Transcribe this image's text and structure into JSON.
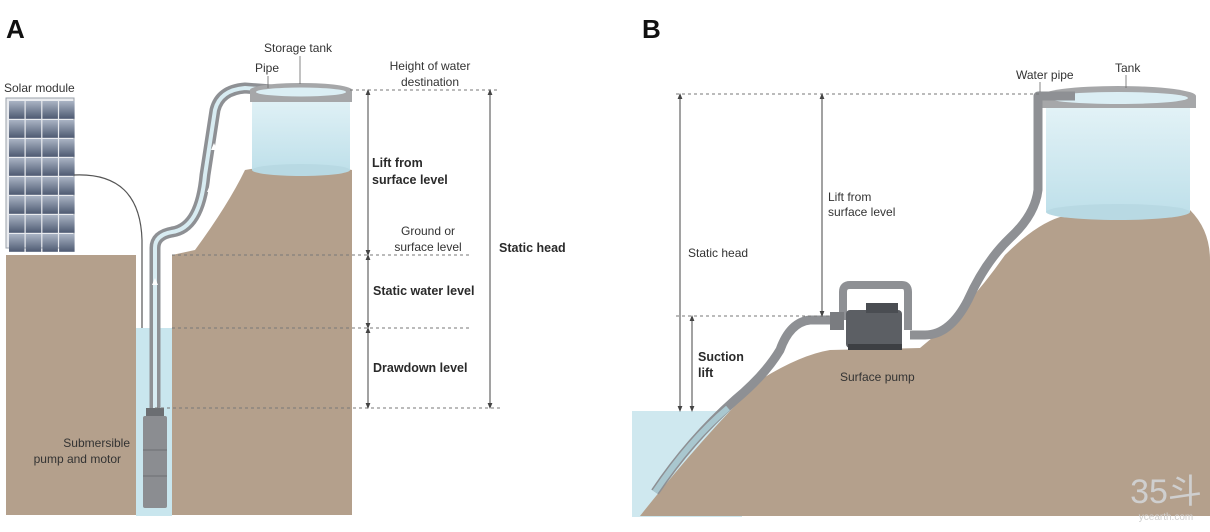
{
  "panels": {
    "a": "A",
    "b": "B"
  },
  "panel_a": {
    "solar_module": "Solar module",
    "pipe": "Pipe",
    "storage_tank": "Storage tank",
    "height_dest_line1": "Height of water",
    "height_dest_line2": "destination",
    "lift_line1": "Lift from",
    "lift_line2": "surface level",
    "ground_line1": "Ground or",
    "ground_line2": "surface level",
    "static_head": "Static head",
    "static_water_level": "Static water level",
    "drawdown_level": "Drawdown level",
    "pump_line1": "Submersible",
    "pump_line2": "pump and motor"
  },
  "panel_b": {
    "water_pipe": "Water pipe",
    "tank": "Tank",
    "lift_line1": "Lift from",
    "lift_line2": "surface level",
    "static_head": "Static head",
    "suction_line1": "Suction",
    "suction_line2": "lift",
    "surface_pump": "Surface pump"
  },
  "watermark": {
    "main": "35斗",
    "sub": "ycearth.com"
  },
  "colors": {
    "soil": "#b4a08c",
    "water": "#c9e6ee",
    "pipe": "#8e9094",
    "tank_rim": "#a6a7a9"
  }
}
